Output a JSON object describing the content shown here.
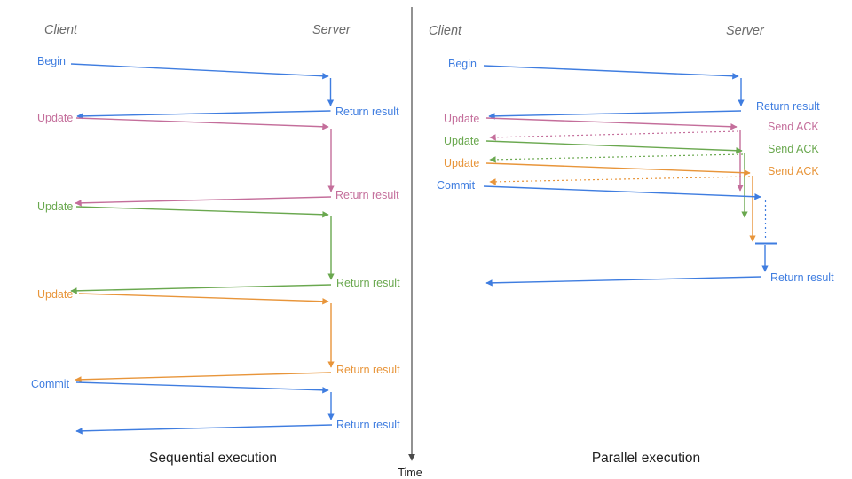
{
  "colors": {
    "blue": "#3f7de0",
    "pink": "#c46e9b",
    "green": "#6aa84f",
    "orange": "#e8953a",
    "gray_header": "#6b6b6b",
    "black": "#202020",
    "axis": "#4a4a4a"
  },
  "time_axis": {
    "label": "Time"
  },
  "left_panel": {
    "client_header": "Client",
    "server_header": "Server",
    "caption": "Sequential execution",
    "messages": [
      {
        "request": "Begin",
        "response": "Return result",
        "color": "blue"
      },
      {
        "request": "Update",
        "response": "Return result",
        "color": "pink"
      },
      {
        "request": "Update",
        "response": "Return result",
        "color": "green"
      },
      {
        "request": "Update",
        "response": "Return result",
        "color": "orange"
      },
      {
        "request": "Commit",
        "response": "Return result",
        "color": "blue"
      }
    ]
  },
  "right_panel": {
    "client_header": "Client",
    "server_header": "Server",
    "caption": "Parallel execution",
    "messages": [
      {
        "request": "Begin",
        "response": "Return result",
        "color": "blue"
      },
      {
        "request": "Update",
        "response": "Send ACK",
        "color": "pink"
      },
      {
        "request": "Update",
        "response": "Send ACK",
        "color": "green"
      },
      {
        "request": "Update",
        "response": "Send ACK",
        "color": "orange"
      },
      {
        "request": "Commit",
        "response": "Return result",
        "color": "blue"
      }
    ]
  }
}
